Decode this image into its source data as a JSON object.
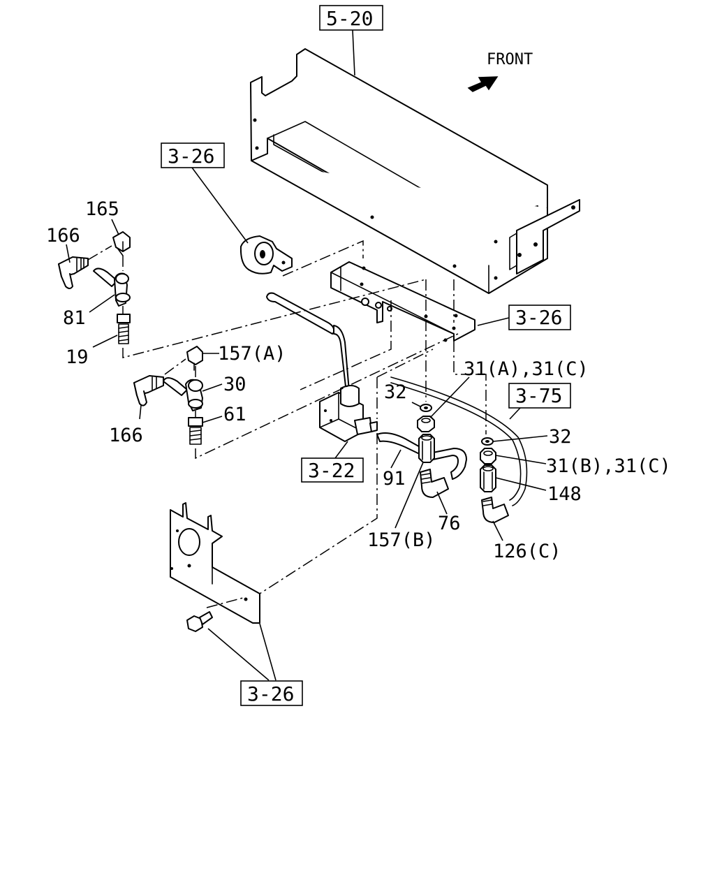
{
  "direction_label": "FRONT",
  "reference_boxes": {
    "tray": "5-20",
    "bracket_upper_left": "3-26",
    "bracket_right": "3-26",
    "pipe_right": "3-75",
    "valve": "3-22",
    "bottom": "3-26"
  },
  "callouts": {
    "p165": "165",
    "p166_top": "166",
    "p81": "81",
    "p19": "19",
    "p157a": "157(A)",
    "p30": "30",
    "p166_bottom": "166",
    "p61": "61",
    "p31ac": "31(A),31(C)",
    "p32_left": "32",
    "p32_right": "32",
    "p31bc": "31(B),31(C)",
    "p148": "148",
    "p91": "91",
    "p76": "76",
    "p157b": "157(B)",
    "p126c": "126(C)"
  },
  "icons": [
    "front-arrow-icon"
  ]
}
